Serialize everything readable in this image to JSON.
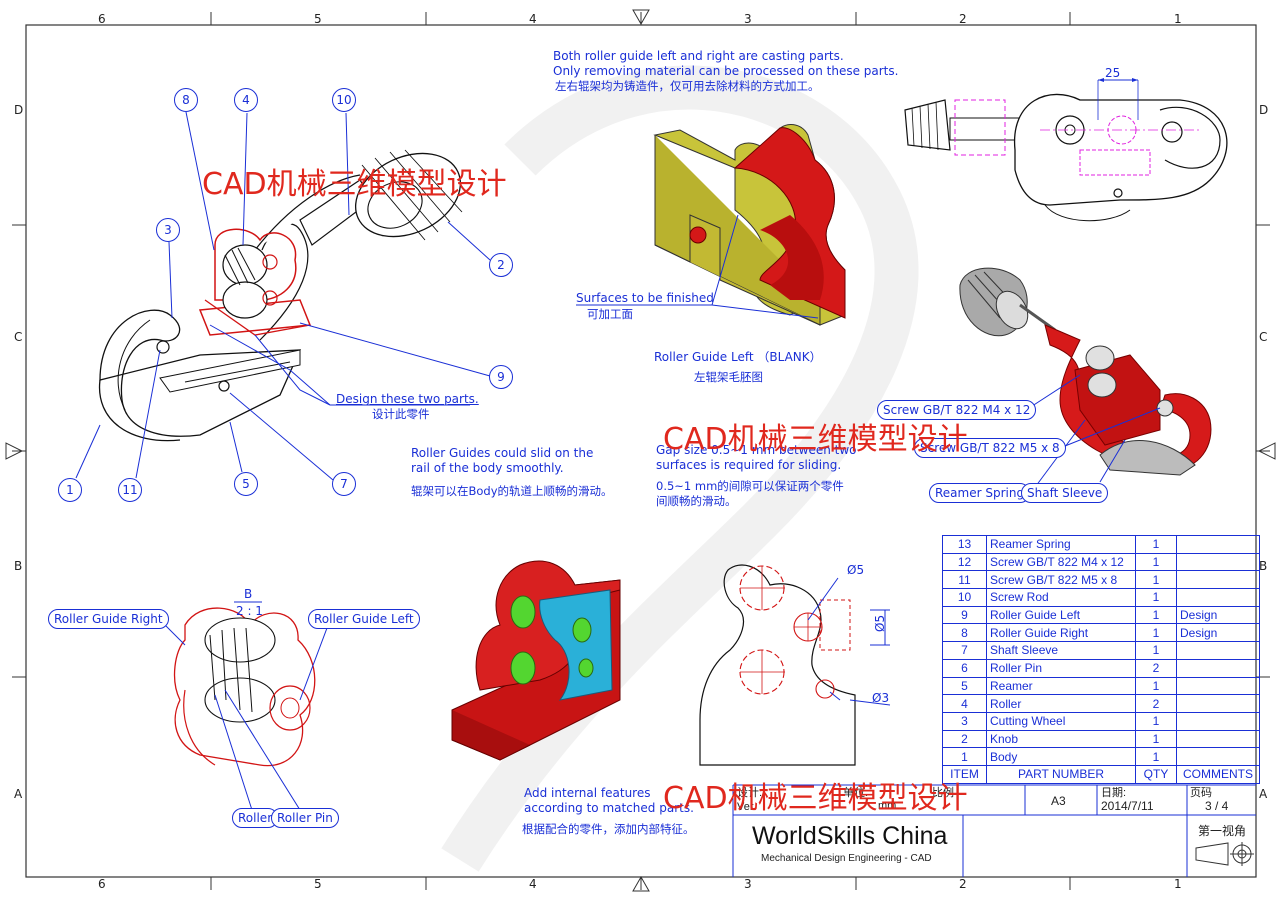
{
  "border_zones": {
    "top": [
      "6",
      "5",
      "4",
      "3",
      "2",
      "1"
    ],
    "bottom": [
      "6",
      "5",
      "4",
      "3",
      "2",
      "1"
    ],
    "left": [
      "D",
      "C",
      "B",
      "A"
    ],
    "right": [
      "D",
      "C",
      "B",
      "A"
    ]
  },
  "watermark": "CAD机械三维模型设计",
  "notes": {
    "casting_en_1": "Both roller guide left and right are casting parts.",
    "casting_en_2": "Only removing material can be processed on these parts.",
    "casting_cn": "左右辊架均为铸造件，仅可用去除材料的方式加工。",
    "surfaces_en": "Surfaces to be finished",
    "surfaces_cn": "可加工面",
    "blank_en": "Roller Guide Left （BLANK）",
    "blank_cn": "左辊架毛胚图",
    "design_en": "Design these two parts.",
    "design_cn": "设计此零件",
    "slide_en_1": "Roller Guides could slid on the",
    "slide_en_2": "rail of the body smoothly.",
    "slide_cn": "辊架可以在Body的轨道上顺畅的滑动。",
    "gap_en_1": "Gap size 0.5~1 mm between two",
    "gap_en_2": "surfaces is required for sliding.",
    "gap_cn_1": "0.5~1 mm的间隙可以保证两个零件",
    "gap_cn_2": "间顺畅的滑动。",
    "internal_en_1": "Add internal features",
    "internal_en_2": "according to matched parts.",
    "internal_cn": "根据配合的零件，添加内部特征。"
  },
  "balloons": [
    "1",
    "2",
    "3",
    "4",
    "5",
    "7",
    "8",
    "9",
    "10",
    "11"
  ],
  "callouts": {
    "screw_m4": "Screw GB/T 822 M4 x 12",
    "screw_m5": "Screw GB/T 822 M5 x 8",
    "reamer_spring": "Reamer Spring",
    "shaft_sleeve": "Shaft Sleeve",
    "roller_guide_right": "Roller Guide Right",
    "roller_guide_left": "Roller Guide Left",
    "roller": "Roller",
    "roller_pin": "Roller Pin"
  },
  "detail_view": {
    "name": "B",
    "scale": "2 : 1"
  },
  "dimensions": {
    "top_width": "25",
    "dia_top": "Ø5",
    "dia_right": "Ø5",
    "dia_small": "Ø3"
  },
  "bom": {
    "header": {
      "item": "ITEM",
      "part": "PART NUMBER",
      "qty": "QTY",
      "comments": "COMMENTS"
    },
    "rows": [
      {
        "item": "13",
        "part": "Reamer Spring",
        "qty": "1",
        "comments": ""
      },
      {
        "item": "12",
        "part": "Screw GB/T 822 M4 x 12",
        "qty": "1",
        "comments": ""
      },
      {
        "item": "11",
        "part": "Screw GB/T 822 M5 x 8",
        "qty": "1",
        "comments": ""
      },
      {
        "item": "10",
        "part": "Screw Rod",
        "qty": "1",
        "comments": ""
      },
      {
        "item": "9",
        "part": "Roller Guide Left",
        "qty": "1",
        "comments": "Design"
      },
      {
        "item": "8",
        "part": "Roller Guide Right",
        "qty": "1",
        "comments": "Design"
      },
      {
        "item": "7",
        "part": "Shaft Sleeve",
        "qty": "1",
        "comments": ""
      },
      {
        "item": "6",
        "part": "Roller Pin",
        "qty": "2",
        "comments": ""
      },
      {
        "item": "5",
        "part": "Reamer",
        "qty": "1",
        "comments": ""
      },
      {
        "item": "4",
        "part": "Roller",
        "qty": "2",
        "comments": ""
      },
      {
        "item": "3",
        "part": "Cutting Wheel",
        "qty": "1",
        "comments": ""
      },
      {
        "item": "2",
        "part": "Knob",
        "qty": "1",
        "comments": ""
      },
      {
        "item": "1",
        "part": "Body",
        "qty": "1",
        "comments": ""
      }
    ]
  },
  "title_block": {
    "designer_label": "设计:",
    "ver_label": "Ver",
    "unit_label": "单位:",
    "unit": "mm",
    "ratio_label": "比例",
    "size": "A3",
    "date_label": "日期:",
    "date": "2014/7/11",
    "page_label": "页码",
    "page": "3 / 4",
    "org": "WorldSkills China",
    "subtitle": "Mechanical Design Engineering - CAD",
    "projection": "第一视角"
  },
  "colors": {
    "annotation": "#1a2fd6",
    "part": "#cc1010",
    "watermark": "#e0281e"
  }
}
